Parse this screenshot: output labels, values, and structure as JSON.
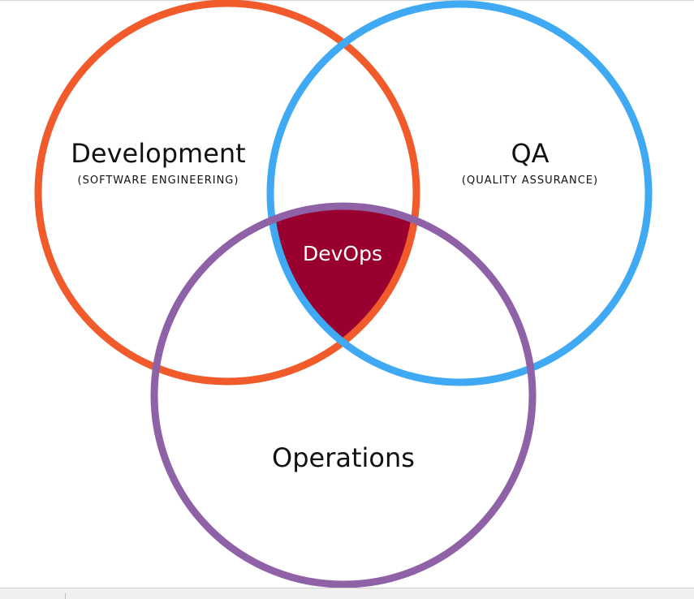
{
  "diagram": {
    "circles": [
      {
        "id": "development",
        "title": "Development",
        "subtitle": "(SOFTWARE ENGINEERING)",
        "color": "#f15a2b"
      },
      {
        "id": "qa",
        "title": "QA",
        "subtitle": "(QUALITY ASSURANCE)",
        "color": "#40a9f3"
      },
      {
        "id": "operations",
        "title": "Operations",
        "subtitle": "",
        "color": "#8f62a8"
      }
    ],
    "intersection": {
      "label": "DevOps",
      "color": "#990030"
    }
  }
}
